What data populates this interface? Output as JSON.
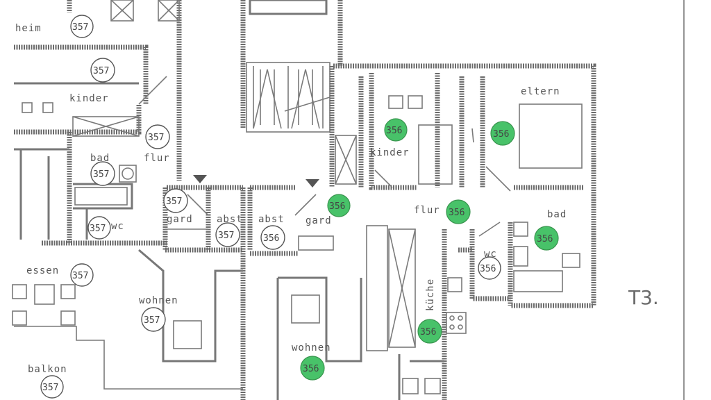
{
  "accent_green": "#3fbf62",
  "unit_tag": "T3.",
  "unit_357": {
    "room_top_left": "heim",
    "room_top_left_num": "357",
    "room_upper_num": "357",
    "kinder": "kinder",
    "flur": "flur",
    "flur_num": "357",
    "bad": "bad",
    "bad_num": "357",
    "wc": "wc",
    "wc_num": "357",
    "gard": "gard",
    "gard_num": "357",
    "abst": "abst",
    "abst_num": "357",
    "essen": "essen",
    "essen_num": "357",
    "wohnen": "wohnen",
    "wohnen_num": "357",
    "balkon": "balkon",
    "balkon_num": "357"
  },
  "unit_356": {
    "abst": "abst",
    "abst_num": "356",
    "gard": "gard",
    "gard_num": "356",
    "kinder": "kinder",
    "kinder_num": "356",
    "eltern": "eltern",
    "eltern_num": "356",
    "flur": "flur",
    "flur_num": "356",
    "bad": "bad",
    "bad_num": "356",
    "wc": "wc",
    "wc_num": "356",
    "kuche": "küche",
    "kuche_num": "356",
    "wohnen": "wohnen",
    "wohnen_num": "356"
  }
}
